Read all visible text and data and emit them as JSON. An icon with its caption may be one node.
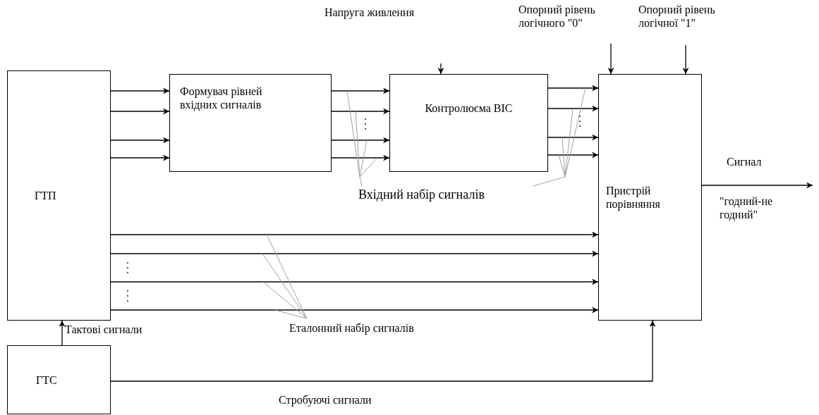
{
  "diagram": {
    "nodes": [
      {
        "text": [
          "ГТП"
        ]
      },
      {
        "text": [
          "Формувач рівней вхідних сигналів"
        ]
      },
      {
        "text": [
          "Контролюєма ВІС"
        ]
      },
      {
        "text": [
          "Пристрій порівняння"
        ]
      },
      {
        "text": [
          "ГТС"
        ]
      },
      {
        "text": [
          "Вхідний набір сигналів"
        ]
      },
      {
        "text": [
          "Еталонний набір сигналів"
        ]
      }
    ],
    "edges": [
      {
        "from": 0,
        "to": 1,
        "arrow": "to"
      },
      {
        "from": 0,
        "to": 1,
        "arrow": "to"
      },
      {
        "from": 0,
        "to": 1,
        "arrow": "to"
      },
      {
        "from": 0,
        "to": 1,
        "arrow": "to"
      },
      {
        "from": 1,
        "to": 2,
        "arrow": "to"
      },
      {
        "from": 1,
        "to": 2,
        "arrow": "to"
      },
      {
        "from": 1,
        "to": 2,
        "arrow": "to"
      },
      {
        "from": 1,
        "to": 2,
        "arrow": "to"
      },
      {
        "from": 2,
        "to": 3,
        "arrow": "to"
      },
      {
        "from": 2,
        "to": 3,
        "arrow": "to"
      },
      {
        "from": 2,
        "to": 3,
        "arrow": "to"
      },
      {
        "from": 2,
        "to": 3,
        "arrow": "to"
      },
      {
        "from": 0,
        "to": 3,
        "arrow": "to"
      },
      {
        "from": 0,
        "to": 3,
        "arrow": "to"
      },
      {
        "from": 0,
        "to": 3,
        "arrow": "to"
      },
      {
        "from": 0,
        "to": 3,
        "arrow": "to"
      },
      {
        "from": 4,
        "to": 0,
        "arrow": "to",
        "label": "Тактові сигнали"
      },
      {
        "from": 4,
        "to": 3,
        "arrow": "to",
        "label": "Стробуючі сигнали"
      },
      {
        "from": null,
        "to": 2,
        "arrow": "to"
      },
      {
        "from": null,
        "to": 3,
        "arrow": "to"
      },
      {
        "from": null,
        "to": 3,
        "arrow": "to"
      },
      {
        "from": 3,
        "to": null,
        "arrow": "to"
      },
      {
        "from": 5,
        "to": null,
        "arrow": "none",
        "color": "#a0a0a0"
      },
      {
        "from": 5,
        "to": null,
        "arrow": "none",
        "color": "#a0a0a0"
      },
      {
        "from": 6,
        "to": null,
        "arrow": "none",
        "color": "#a0a0a0"
      }
    ],
    "labels": [
      "Напруга живлення",
      "Опорний рівень логічного \"0\"",
      "Опорний рівень логічної \"1\"",
      "Сигнал",
      "\"годний-не годний\""
    ]
  }
}
